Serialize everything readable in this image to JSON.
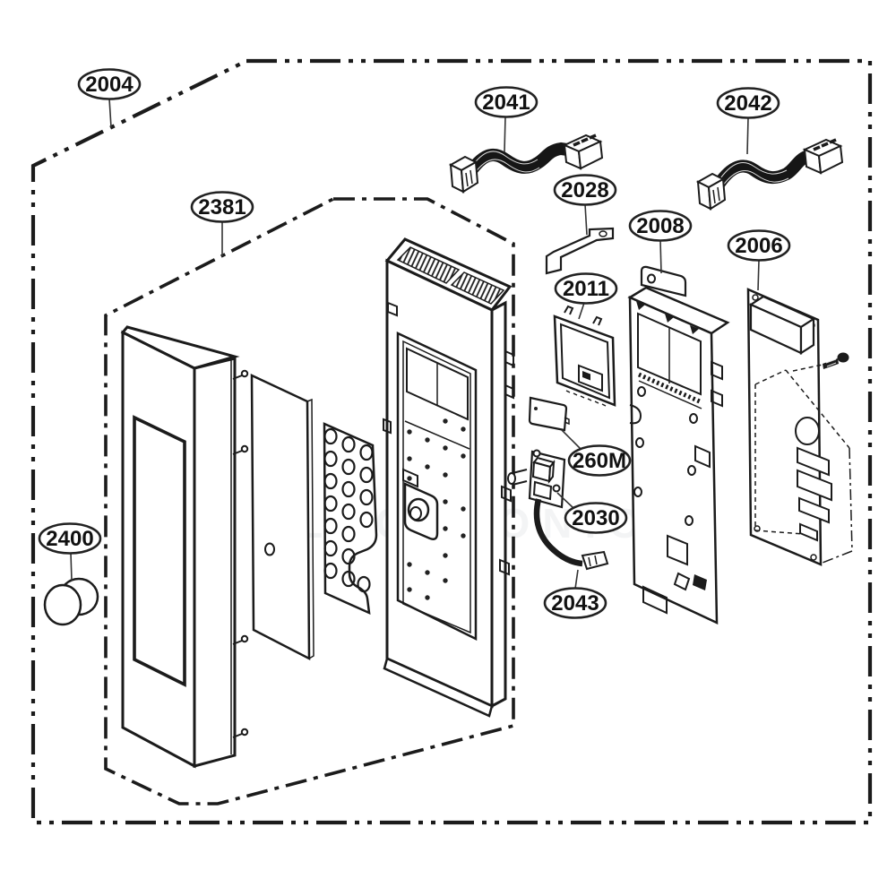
{
  "diagram": {
    "kind": "exploded-parts-diagram",
    "background": "#ffffff",
    "line_color": "#1b1b1b",
    "watermark_text": "LG ELECTRONICS"
  },
  "callouts": [
    {
      "ref": "2004",
      "points_to": "outer-assembly-dashed-boundary"
    },
    {
      "ref": "2381",
      "points_to": "control-panel-sub-assembly-boundary"
    },
    {
      "ref": "2041",
      "points_to": "ribbon-cable-left"
    },
    {
      "ref": "2042",
      "points_to": "ribbon-cable-right"
    },
    {
      "ref": "2028",
      "points_to": "small-bracket"
    },
    {
      "ref": "2008",
      "points_to": "sheet-metal-support-frame"
    },
    {
      "ref": "2006",
      "points_to": "pcb-board-assembly"
    },
    {
      "ref": "2011",
      "points_to": "display-window-frame"
    },
    {
      "ref": "260M",
      "points_to": "memory-card"
    },
    {
      "ref": "2030",
      "points_to": "switch-assembly"
    },
    {
      "ref": "2043",
      "points_to": "wire-harness-cable"
    },
    {
      "ref": "2400",
      "points_to": "control-knob"
    }
  ]
}
